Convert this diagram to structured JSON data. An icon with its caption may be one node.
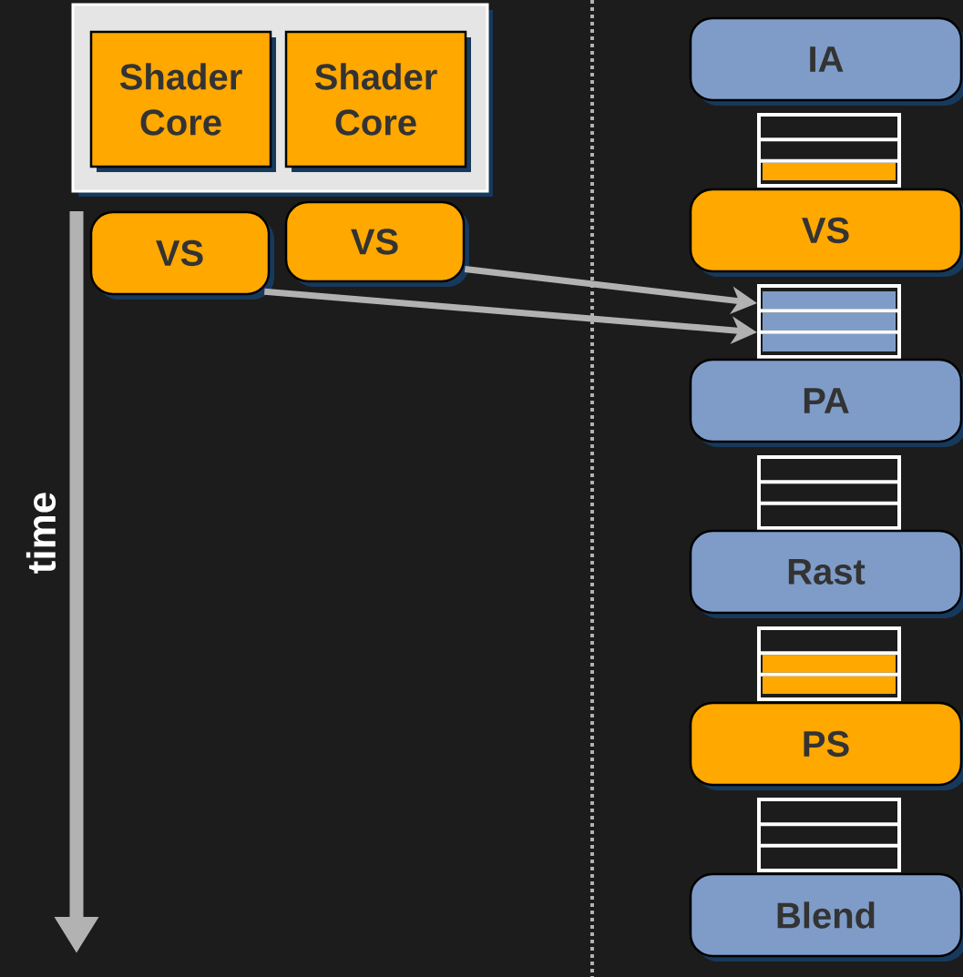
{
  "diagram": {
    "nodes": [
      {
        "text": [],
        "shape": "box"
      },
      {
        "text": [
          "Shader Core"
        ],
        "in": 0
      },
      {
        "text": [
          "Shader Core"
        ],
        "in": 0
      },
      {
        "text": [
          "VS"
        ]
      },
      {
        "text": [
          "VS"
        ]
      },
      {
        "text": [
          "IA"
        ]
      },
      {
        "text": [],
        "shape": "box"
      },
      {
        "text": [
          "VS"
        ]
      },
      {
        "text": [],
        "shape": "box"
      },
      {
        "text": [
          "PA"
        ]
      },
      {
        "text": [],
        "shape": "box"
      },
      {
        "text": [
          "Rast"
        ]
      },
      {
        "text": [],
        "shape": "box"
      },
      {
        "text": [
          "PS"
        ]
      },
      {
        "text": [],
        "shape": "box"
      },
      {
        "text": [
          "Blend"
        ]
      }
    ],
    "edges": [
      {
        "from": 3,
        "to": 8,
        "arrow": "to"
      },
      {
        "from": 4,
        "to": 8,
        "arrow": "to"
      }
    ],
    "labels": [
      "time"
    ]
  }
}
